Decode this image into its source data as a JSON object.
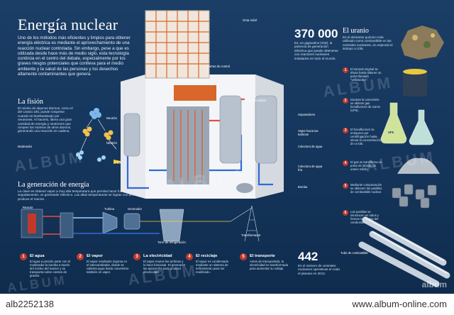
{
  "poster": {
    "title": "Energía nuclear",
    "intro": "Uno de los métodos más eficientes y limpios para obtener energía eléctrica es mediante el aprovechamiento de una reacción nuclear controlada. Sin embargo, pese a que es utilizada desde hace más de medio siglo, esta tecnología continúa en el centro del debate, especialmente por los graves riesgos potenciales que conlleva para el medio ambiente y la salud de las personas y los desechos altamente contaminantes que genera.",
    "fision": {
      "heading": "La fisión",
      "text": "El núcleo de algunos átomos, como el del Uranio 235, puede romperse cuando es bombardeado por neutrones. Al hacerlo, libera una gran cantidad de energía y neutrones que rompen los núcleos de otros átomos, generando una reacción en cadena.",
      "labels": [
        "Neutrón",
        "Moderador",
        "Neutrón",
        "Energía"
      ]
    },
    "generacion": {
      "heading": "La generación de energía",
      "text": "La clave es obtener vapor a muy alta temperatura que permita hacer funcionar unas turbinas y, seguidamente, un generador eléctrico. Las altas temperaturas se logran con la energía calórica que produce el reactor."
    },
    "steps": [
      {
        "num": "1",
        "title": "El agua",
        "text": "El agua a presión parte con el moderador la bomba a través del núcleo del reactor y se transporta sobre cientos de grados."
      },
      {
        "num": "2",
        "title": "El vapor",
        "text": "El vapor resultante ingresa en el intercambiador, donde se calienta agua hasta convertirse también en vapor."
      },
      {
        "num": "3",
        "title": "La electricidad",
        "text": "El vapor mueve las turbinas y lo hace funcionar. El generador las aprovecha para producir electricidad."
      },
      {
        "num": "4",
        "title": "El reciclaje",
        "text": "El vapor es condensado mediante un sistema de enfriamiento para ser reutilizado."
      },
      {
        "num": "5",
        "title": "El transporte",
        "text": "Antes de transportarla, la electricidad es transformada para aumentar su voltaje."
      }
    ],
    "plant_labels": [
      "Grúa móvil",
      "Barras de control",
      "Vasija del reactor",
      "Separadores",
      "Vapor hacia las turbinas",
      "Colectora de agua",
      "Colectora de agua fría",
      "Bomba"
    ],
    "stat1": {
      "value": "370 000",
      "text": "Es, en gigavatios (GW), la potencia de generación eléctrica que puede obtenerse con reactores nucleares instalados en todo el mundo."
    },
    "stat2": {
      "value": "442",
      "text": "Es el número de centrales nucleares operativas en todo el planeta en 2012."
    },
    "uranio": {
      "heading": "El uranio",
      "text": "Es el elemento químico más utilizado como combustible en las centrales nucleares, en especial el isótopo U-235.",
      "steps": [
        {
          "num": "1",
          "text": "El mineral original se tritura hasta obtener un polvo llamado \"yellowcake\"."
        },
        {
          "num": "2",
          "text": "Durante la conversión se obtiene gas hexafluoruro de uranio (UF6)."
        },
        {
          "num": "3",
          "text": "El hexafluoruro se enriquece por centrifugación hasta elevar la concentración de U-235."
        },
        {
          "num": "4",
          "text": "El gas se transforma en polvo de dióxido de uranio sólido."
        },
        {
          "num": "5",
          "text": "Mediante compactación se obtienen las pastillas de combustible nuclear."
        },
        {
          "num": "6",
          "text": "Las pastillas se introducen en tubos y forman las barras del combustible."
        }
      ],
      "flask_label": "UF6",
      "rod_label": "Tubo de combustible"
    },
    "diagram_labels": [
      "Reactor",
      "Turbina",
      "Generador",
      "Torre de refrigeración",
      "Transformador"
    ],
    "watermark": "ALBUM",
    "corner_logo": "album"
  },
  "footer": {
    "image_id": "alb2252138",
    "site": "www.album-online.com"
  },
  "colors": {
    "background": "#14345a",
    "accent_red": "#c0392b",
    "pipe_blue": "#2f6bd6",
    "reactor_orange": "#d9662a"
  }
}
